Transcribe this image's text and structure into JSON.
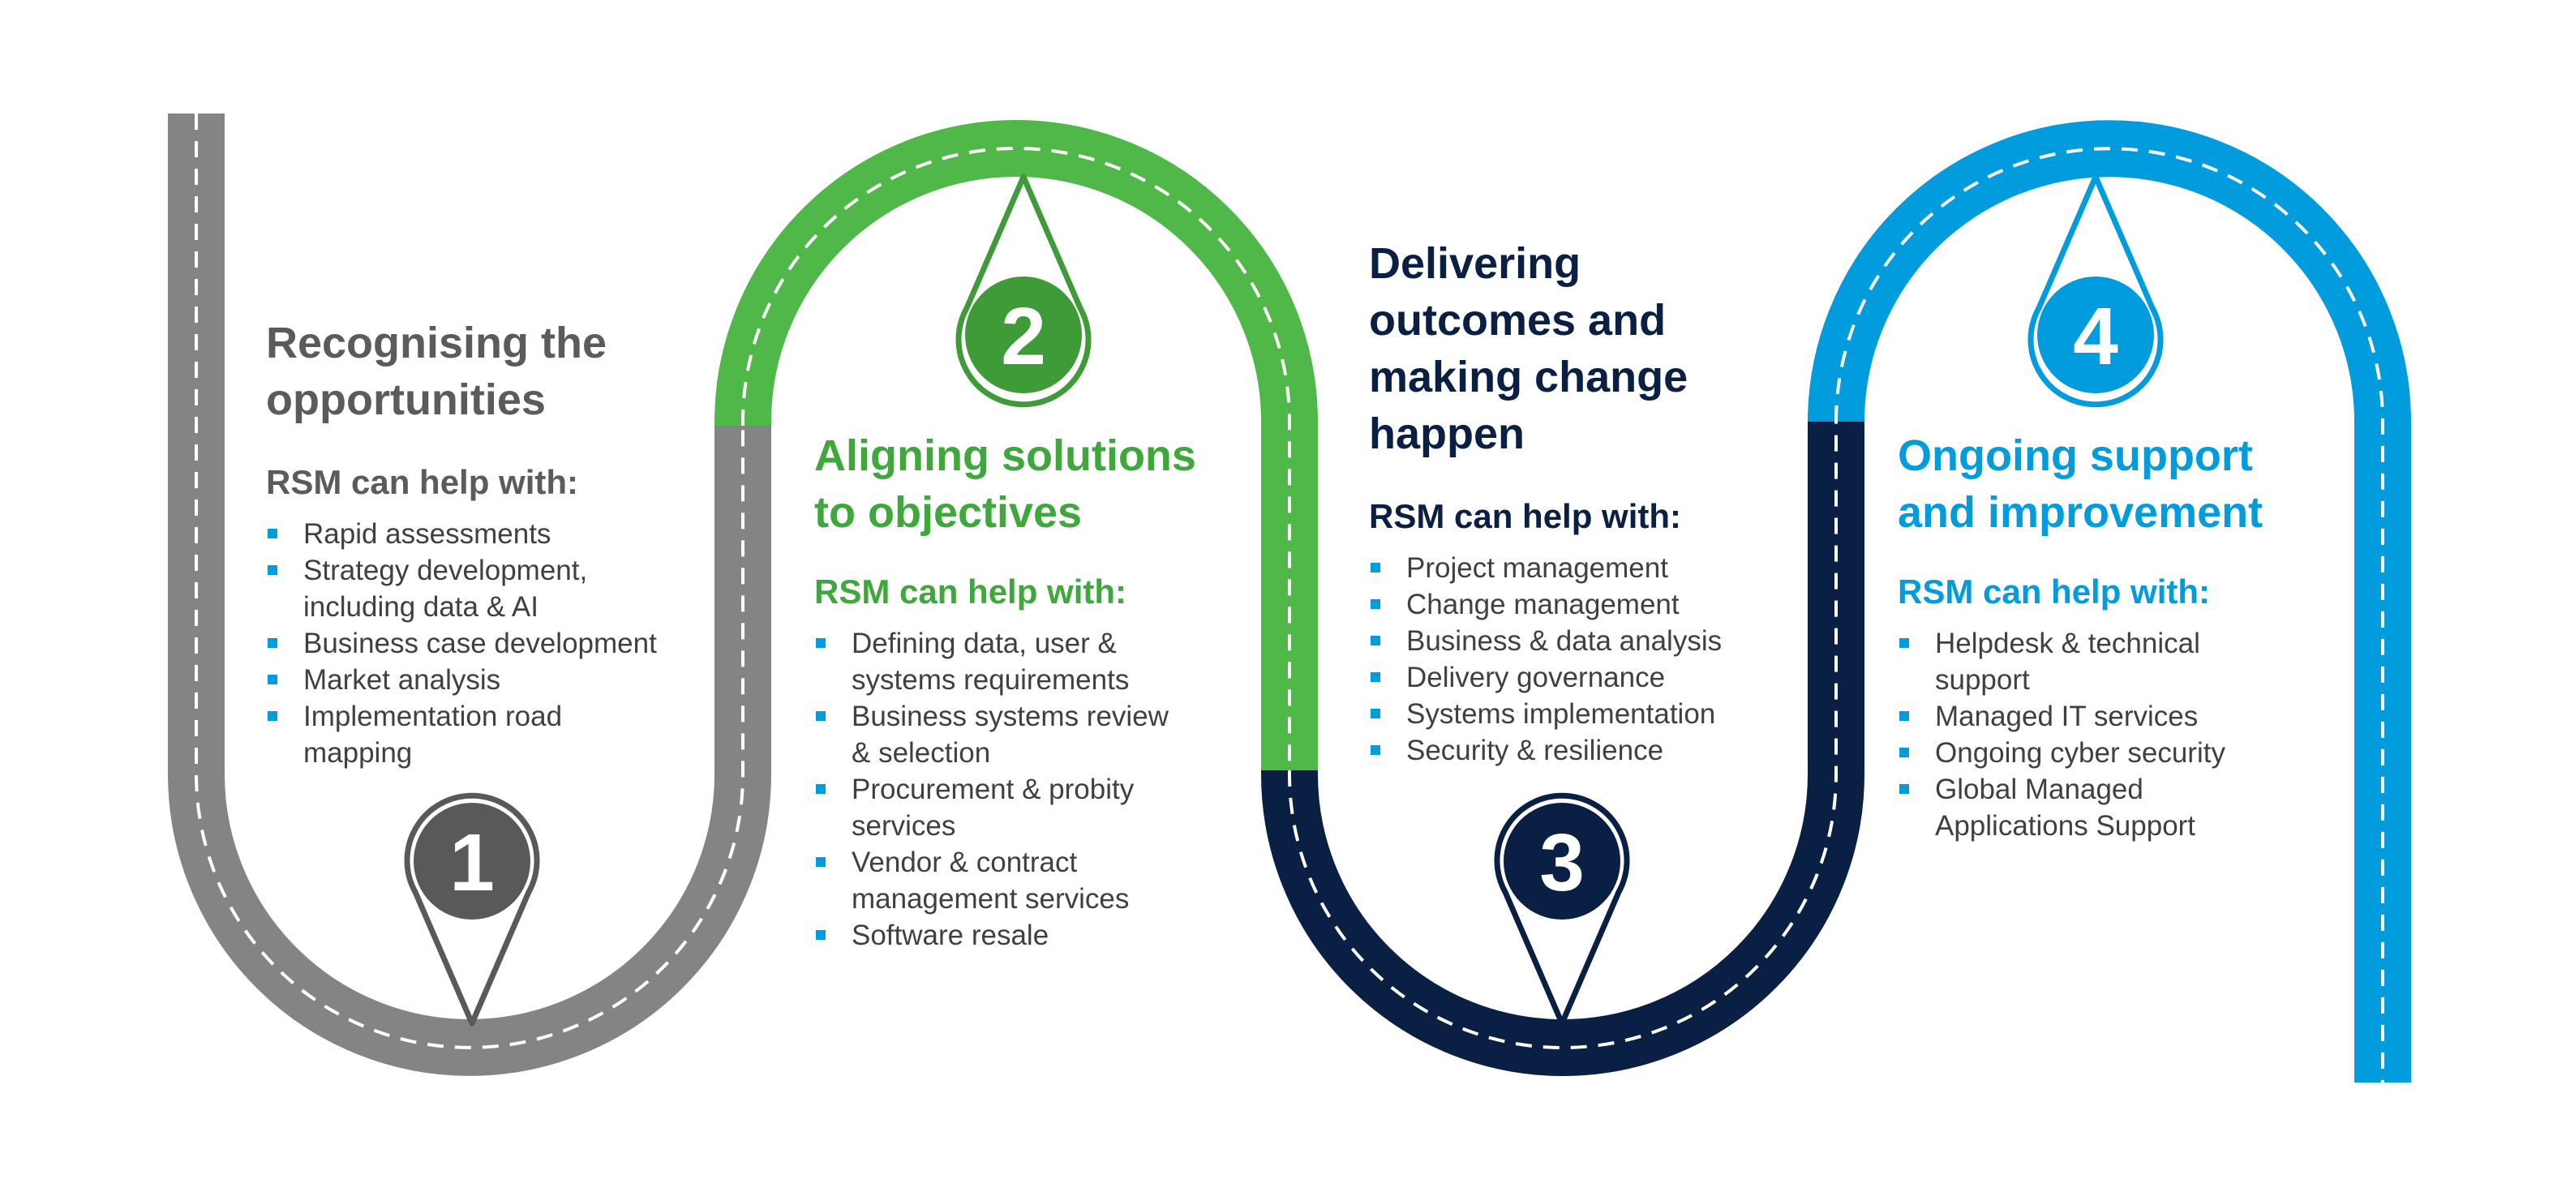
{
  "colors": {
    "step1": "#848484",
    "step2": "#50B848",
    "step3": "#0A1F44",
    "step4": "#009CDE",
    "step1_text": "#5B5B5B",
    "step2_text": "#3FA83C",
    "step3_text": "#0A1F44",
    "step4_text": "#009CDE",
    "pin1": "#595959",
    "pin2": "#3F9A38",
    "bullet": "#009CDE"
  },
  "steps": [
    {
      "number": "1",
      "heading_lines": [
        "Recognising the",
        "opportunities"
      ],
      "help_label": "RSM can help with:",
      "items": [
        [
          "Rapid assessments"
        ],
        [
          "Strategy development,",
          "including data & AI"
        ],
        [
          "Business case development"
        ],
        [
          "Market analysis"
        ],
        [
          "Implementation road",
          "mapping"
        ]
      ]
    },
    {
      "number": "2",
      "heading_lines": [
        "Aligning solutions",
        "to objectives"
      ],
      "help_label": "RSM can help with:",
      "items": [
        [
          "Defining data, user &",
          "systems requirements"
        ],
        [
          "Business systems review",
          "& selection"
        ],
        [
          "Procurement & probity",
          "services"
        ],
        [
          "Vendor & contract",
          "management services"
        ],
        [
          "Software resale"
        ]
      ]
    },
    {
      "number": "3",
      "heading_lines": [
        "Delivering",
        "outcomes and",
        "making change",
        "happen"
      ],
      "help_label": "RSM can help with:",
      "items": [
        [
          "Project management"
        ],
        [
          "Change management"
        ],
        [
          "Business & data analysis"
        ],
        [
          "Delivery governance"
        ],
        [
          "Systems implementation"
        ],
        [
          "Security & resilience"
        ]
      ]
    },
    {
      "number": "4",
      "heading_lines": [
        "Ongoing support",
        "and improvement"
      ],
      "help_label": "RSM can help with:",
      "items": [
        [
          "Helpdesk & technical",
          "support"
        ],
        [
          "Managed IT services"
        ],
        [
          "Ongoing cyber security"
        ],
        [
          "Global Managed",
          "Applications Support"
        ]
      ]
    }
  ]
}
